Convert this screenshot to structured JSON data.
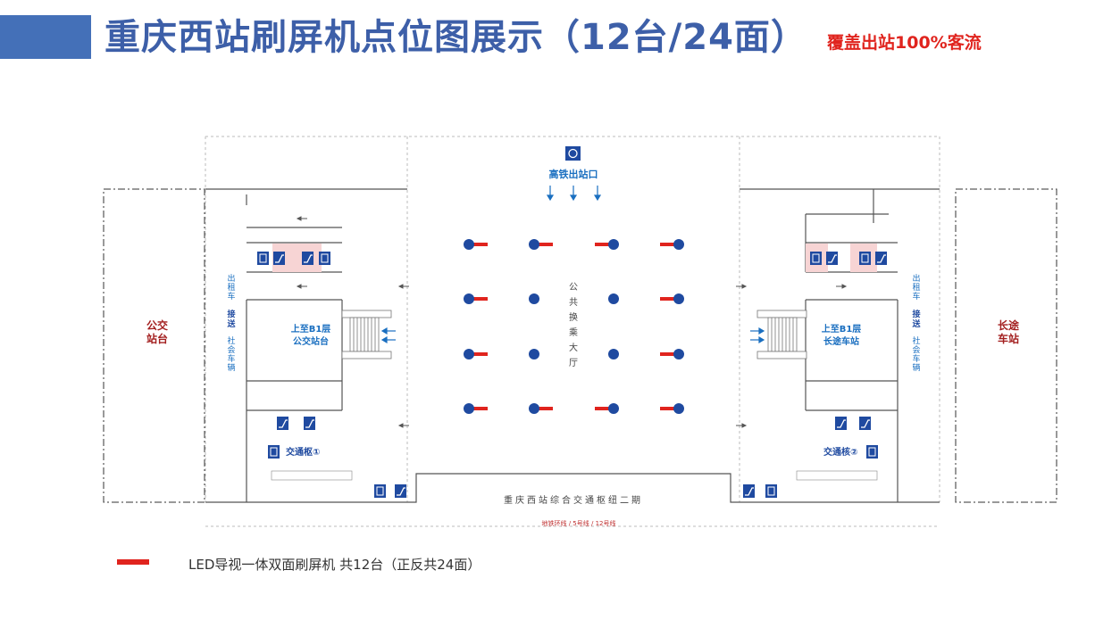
{
  "header": {
    "title": "重庆西站刷屏机点位图展示（12台/24面）",
    "subtitle": "覆盖出站100%客流"
  },
  "map": {
    "exit_label": "高铁出站口",
    "hall_label": [
      "公",
      "共",
      "换",
      "乘",
      "大",
      "厅"
    ],
    "left_area": [
      "公交",
      "站台"
    ],
    "right_area": [
      "长途",
      "车站"
    ],
    "left_vertical": {
      "taxi": [
        "出",
        "租",
        "车"
      ],
      "pickup": [
        "接",
        "送"
      ],
      "social": [
        "社",
        "会",
        "车",
        "辆"
      ]
    },
    "right_vertical": {
      "taxi": [
        "出",
        "租",
        "车"
      ],
      "pickup": [
        "接",
        "送"
      ],
      "social": [
        "社",
        "会",
        "车",
        "辆"
      ]
    },
    "left_escalator": [
      "上至B1层",
      "公交站台"
    ],
    "right_escalator": [
      "上至B1层",
      "长途车站"
    ],
    "core_left": "交通枢①",
    "core_right": "交通核②",
    "hub_label": "重庆西站综合交通枢纽二期",
    "metro_label": "地铁环线 / 5号线 / 12号线"
  },
  "legend": {
    "text": "LED导视一体双面刷屏机 共12台（正反共24面）"
  },
  "colors": {
    "accent": "#3d5fa8",
    "red": "#e0241e",
    "dot": "#1f4aa0",
    "line": "#4a4a4a",
    "area": "#a31f1f"
  },
  "icons": [
    "elevator-icon",
    "escalator-icon",
    "train-exit-icon"
  ]
}
